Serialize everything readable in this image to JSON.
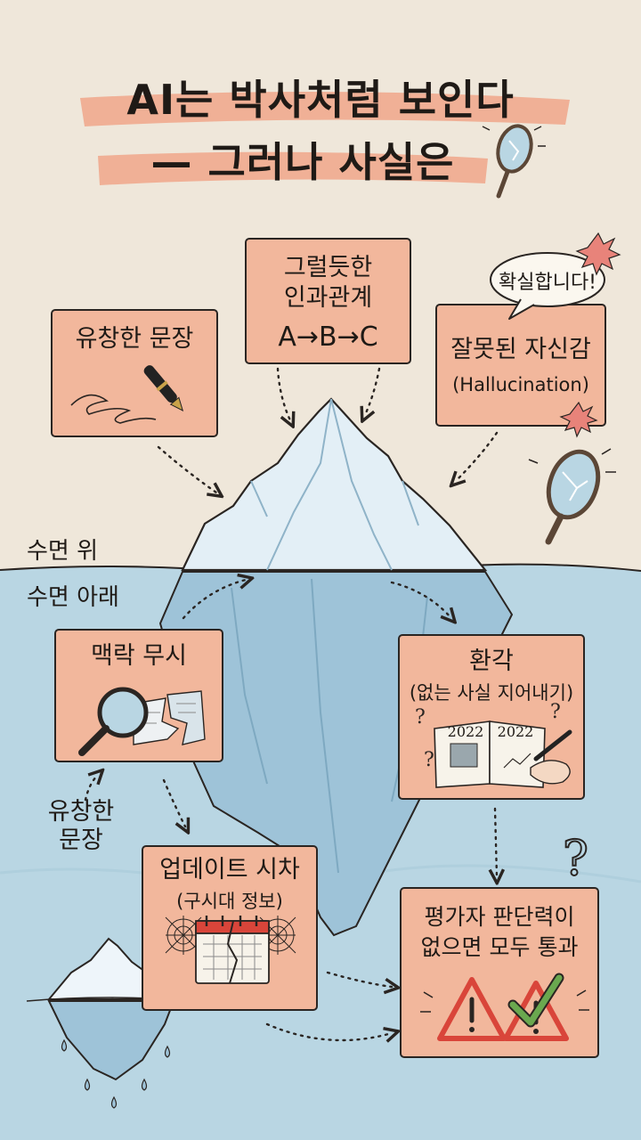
{
  "title": {
    "line1": "AI는 박사처럼 보인다",
    "line2": "— 그러나 사실은"
  },
  "above_water": {
    "label": "수면 위",
    "boxes": [
      {
        "id": "fluent",
        "label": "유창한 문장"
      },
      {
        "id": "causal",
        "label_line1": "그럴듯한",
        "label_line2": "인과관계",
        "label_line3": "A→B→C"
      },
      {
        "id": "confidence",
        "label": "잘못된 자신감",
        "sub": "(Hallucination)"
      }
    ],
    "speech_bubble": "확실합니다!"
  },
  "below_water": {
    "label": "수면 아래",
    "side_label": "유창한\n문장",
    "boxes": [
      {
        "id": "context",
        "label": "맥락 무시"
      },
      {
        "id": "hallucination",
        "label": "환각",
        "sub": "(없는 사실 지어내기)",
        "book_years": [
          "2022",
          "2022"
        ]
      },
      {
        "id": "update",
        "label": "업데이트 시차",
        "sub": "(구시대 정보)"
      },
      {
        "id": "evaluator",
        "label_line1": "평가자 판단력이",
        "label_line2": "없으면 모두 통과"
      }
    ]
  },
  "colors": {
    "paper": "#efe7da",
    "box_fill": "#f2b79c",
    "title_highlight": "#f0a68a",
    "water": "#b9d6e3",
    "ice": "#d6e8f2",
    "ink": "#2a2522",
    "warning": "#d9453a",
    "check": "#6aa84f"
  }
}
